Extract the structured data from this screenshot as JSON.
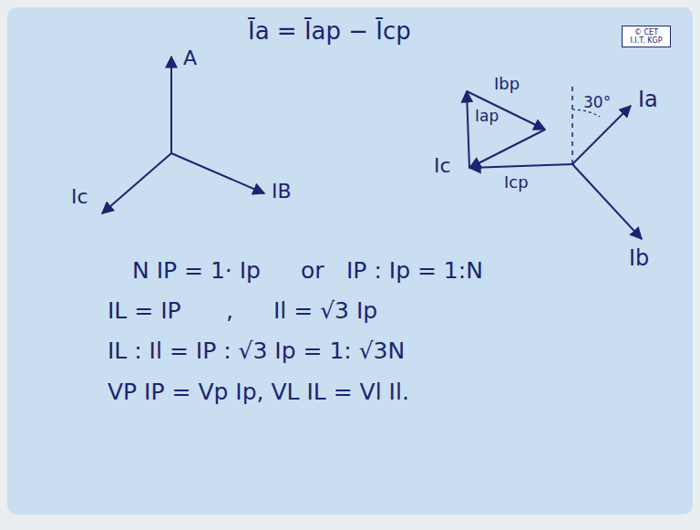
{
  "diagram": {
    "nodes": [
      {
        "text": [
          "© CET I.I.T. KGP"
        ]
      }
    ],
    "labels": [
      "A",
      "Īa = Īap − Īcp",
      "30°",
      "Ia",
      "Ibp",
      "Iap",
      "Ic",
      "Icp",
      "IB",
      "Ic",
      "Ib",
      "N IP = 1· Ip",
      "or",
      "IP : Ip = 1:N",
      "IL = IP",
      ",",
      "Il = √3 Ip",
      "IL : Il = IP : √3 Ip = 1: √3N",
      "VP IP = Vp Ip, VL IL = Vl Il."
    ]
  }
}
